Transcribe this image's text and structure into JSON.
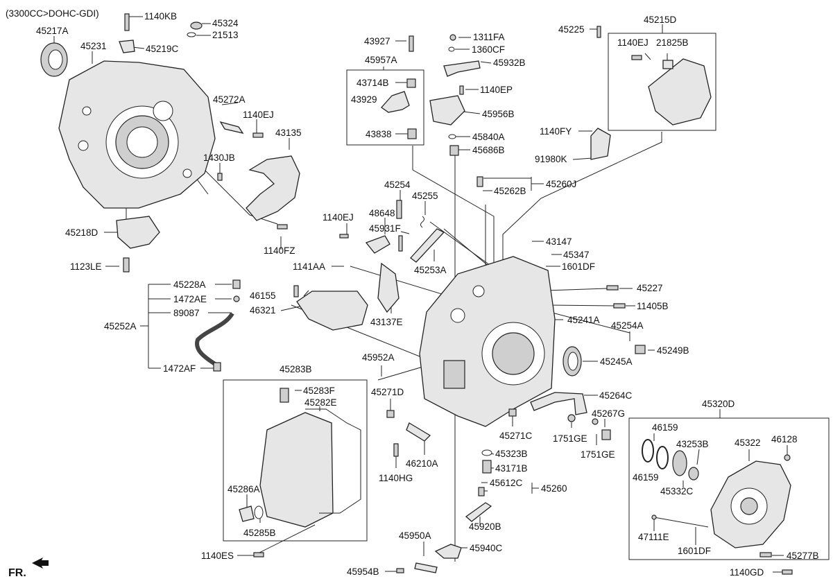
{
  "header": "(3300CC>DOHC-GDI)",
  "direction_label": "FR.",
  "labels": [
    "1140KB",
    "45324",
    "21513",
    "45217A",
    "45231",
    "45219C",
    "45272A",
    "1140EJ",
    "43135",
    "1430JB",
    "45218D",
    "1140FZ",
    "1123LE",
    "43927",
    "45957A",
    "43714B",
    "43929",
    "43838",
    "1311FA",
    "1360CF",
    "45932B",
    "1140EP",
    "45956B",
    "45840A",
    "45686B",
    "45225",
    "45215D",
    "1140EJ",
    "21825B",
    "1140FY",
    "91980K",
    "45262B",
    "45260J",
    "45254",
    "45255",
    "48648",
    "45931F",
    "1140EJ",
    "45253A",
    "43147",
    "45347",
    "1601DF",
    "1141AA",
    "46155",
    "46321",
    "43137E",
    "45227",
    "11405B",
    "45241A",
    "45254A",
    "45249B",
    "45245A",
    "45228A",
    "1472AE",
    "89087",
    "45252A",
    "1472AF",
    "45952A",
    "45283B",
    "45283F",
    "45282E",
    "45271D",
    "45264C",
    "45267G",
    "45271C",
    "1751GE",
    "1751GE",
    "45323B",
    "43171B",
    "46210A",
    "1140HG",
    "45612C",
    "45260",
    "45286A",
    "45285B",
    "1140ES",
    "45920B",
    "45950A",
    "45940C",
    "45954B",
    "45320D",
    "46159",
    "46159",
    "43253B",
    "45322",
    "46128",
    "45332C",
    "47111E",
    "1601DF",
    "45277B",
    "1140GD"
  ]
}
